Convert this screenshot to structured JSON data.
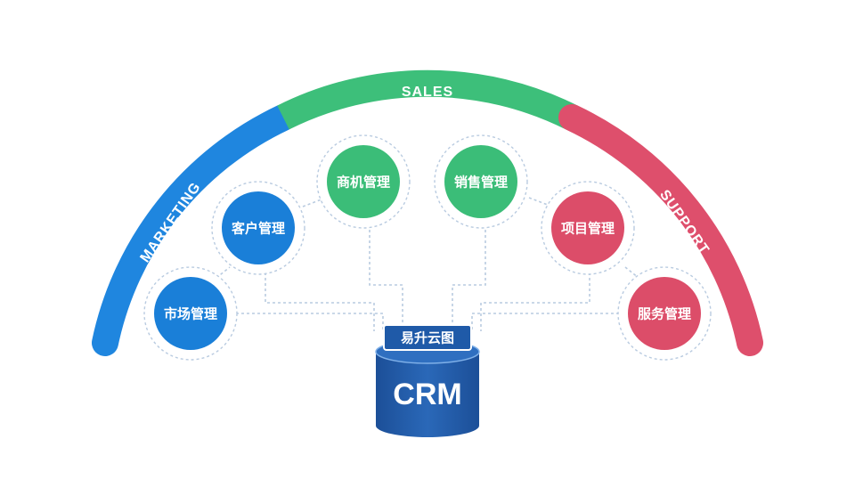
{
  "arcs": {
    "marketing": {
      "label": "MARKETING",
      "color": "#1f86df"
    },
    "sales": {
      "label": "SALES",
      "color": "#3dbf7a"
    },
    "support": {
      "label": "SUPPORT",
      "color": "#de4f6c"
    }
  },
  "modules": {
    "market": {
      "label": "市场管理",
      "color": "#1a7fd8"
    },
    "customer": {
      "label": "客户管理",
      "color": "#1a7fd8"
    },
    "opportunity": {
      "label": "商机管理",
      "color": "#3bbd78"
    },
    "sales_mgmt": {
      "label": "销售管理",
      "color": "#3bbd78"
    },
    "project": {
      "label": "项目管理",
      "color": "#dc4d69"
    },
    "service": {
      "label": "服务管理",
      "color": "#dc4d69"
    }
  },
  "core": {
    "brand": "易升云图",
    "title": "CRM",
    "color_top": "#2f6fc0",
    "color_body": "#1f5aa8"
  }
}
